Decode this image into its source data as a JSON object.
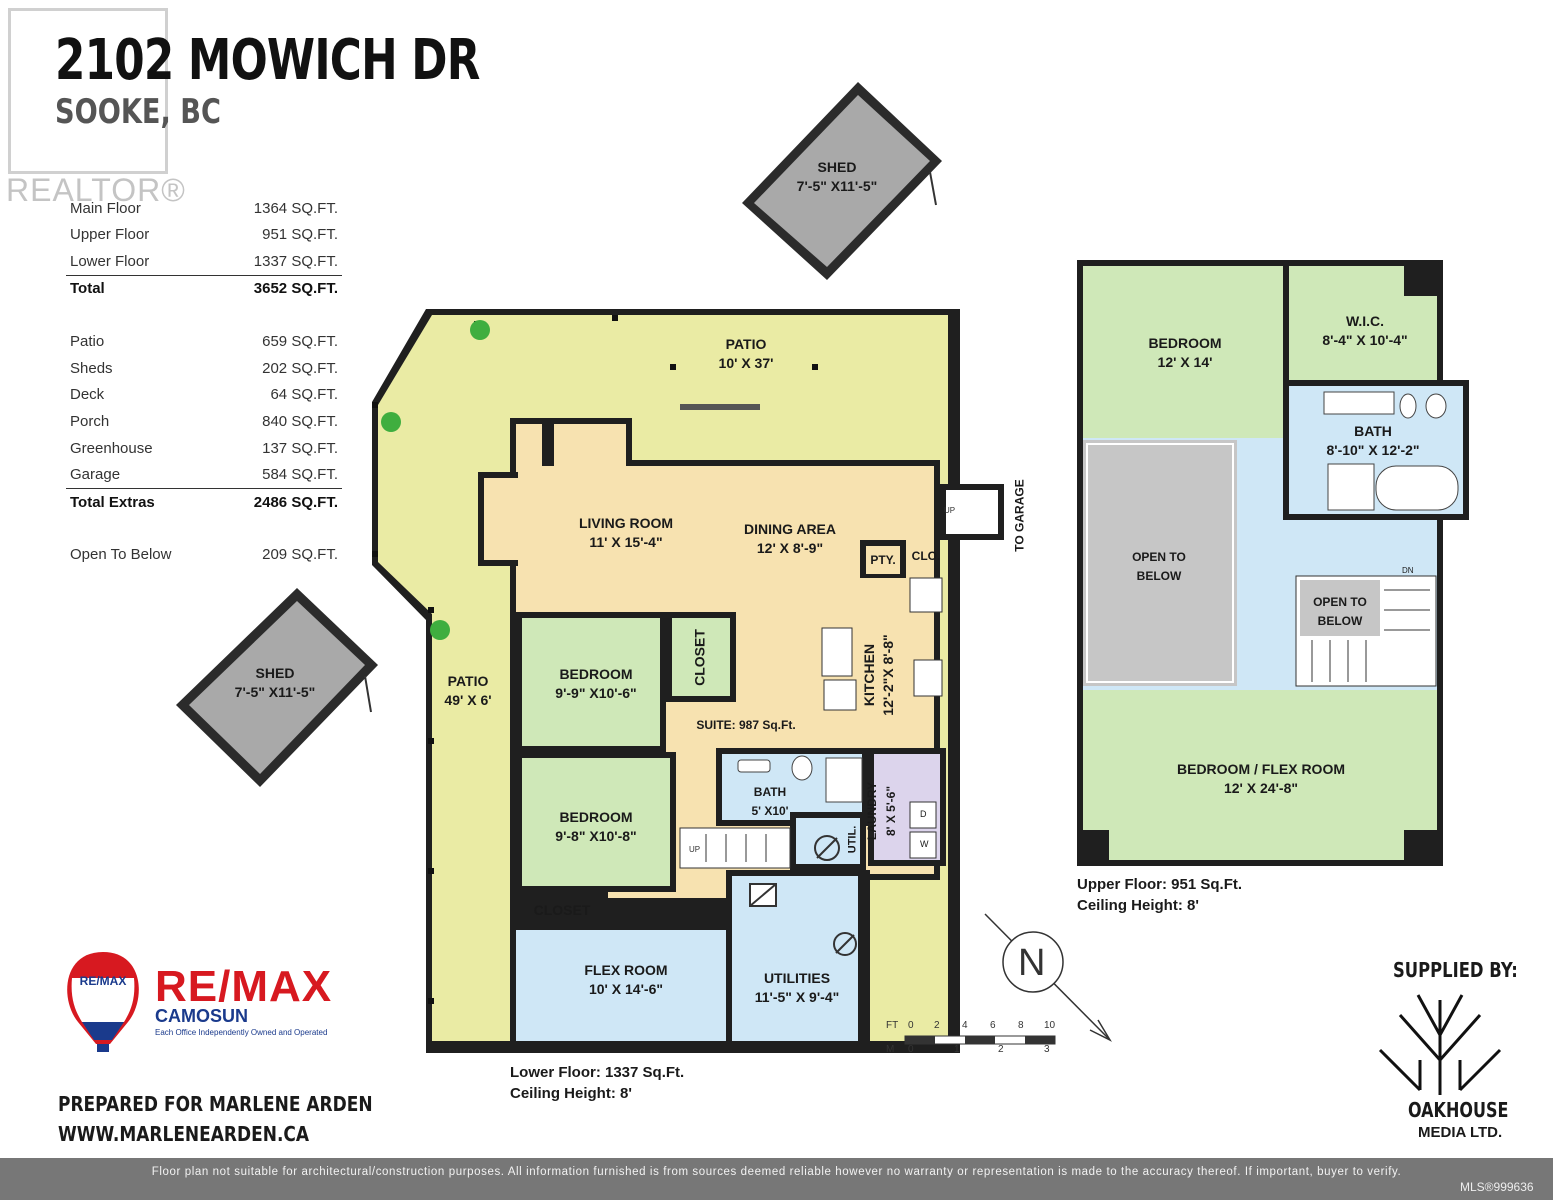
{
  "header": {
    "address": "2102 MOWICH DR",
    "city": "SOOKE, BC",
    "watermark": "REALTOR®"
  },
  "areas": {
    "main": [
      {
        "label": "Main Floor",
        "value": "1364 SQ.FT."
      },
      {
        "label": "Upper Floor",
        "value": "951 SQ.FT."
      },
      {
        "label": "Lower Floor",
        "value": "1337 SQ.FT."
      }
    ],
    "total": {
      "label": "Total",
      "value": "3652 SQ.FT."
    },
    "extras": [
      {
        "label": "Patio",
        "value": "659 SQ.FT."
      },
      {
        "label": "Sheds",
        "value": "202 SQ.FT."
      },
      {
        "label": "Deck",
        "value": "64 SQ.FT."
      },
      {
        "label": "Porch",
        "value": "840 SQ.FT."
      },
      {
        "label": "Greenhouse",
        "value": "137 SQ.FT."
      },
      {
        "label": "Garage",
        "value": "584 SQ.FT."
      }
    ],
    "total_extras": {
      "label": "Total Extras",
      "value": "2486 SQ.FT."
    },
    "open_below": {
      "label": "Open To Below",
      "value": "209 SQ.FT."
    }
  },
  "lower": {
    "shed_top_name": "SHED",
    "shed_top_dim": "7'-5\" X11'-5\"",
    "shed_left_name": "SHED",
    "shed_left_dim": "7'-5\" X11'-5\"",
    "patio_top_name": "PATIO",
    "patio_top_dim": "10' X 37'",
    "patio_left_name": "PATIO",
    "patio_left_dim": "49' X 6'",
    "living_name": "LIVING ROOM",
    "living_dim": "11' X 15'-4\"",
    "dining_name": "DINING AREA",
    "dining_dim": "12' X 8'-9\"",
    "pty": "PTY.",
    "clo": "CLO.",
    "up1": "UP",
    "up2": "UP",
    "to_garage": "TO GARAGE",
    "kitchen_name": "KITCHEN",
    "kitchen_dim": "12'-2\"X 8'-8\"",
    "bed1_name": "BEDROOM",
    "bed1_dim": "9'-9\" X10'-6\"",
    "closet1": "CLOSET",
    "suite": "SUITE: 987 Sq.Ft.",
    "bed2_name": "BEDROOM",
    "bed2_dim": "9'-8\" X10'-8\"",
    "bath_name": "BATH",
    "bath_dim": "5' X10'",
    "laundry_name": "LAUNDRY",
    "laundry_dim": "8' X 5'-6\"",
    "util": "UTIL.",
    "d": "D",
    "w": "W",
    "closet2": "CLOSET",
    "flex_name": "FLEX ROOM",
    "flex_dim": "10' X 14'-6\"",
    "utilities_name": "UTILITIES",
    "utilities_dim": "11'-5\" X 9'-4\"",
    "floor_label": "Lower Floor: 1337 Sq.Ft.",
    "ceiling": "Ceiling Height: 8'"
  },
  "upper": {
    "bed1_name": "BEDROOM",
    "bed1_dim": "12' X 14'",
    "wic_name": "W.I.C.",
    "wic_dim": "8'-4\" X 10'-4\"",
    "bath_name": "BATH",
    "bath_dim": "8'-10\" X 12'-2\"",
    "open_left": "OPEN TO BELOW",
    "open_right": "OPEN TO BELOW",
    "dn": "DN",
    "flex_name": "BEDROOM / FLEX ROOM",
    "flex_dim": "12' X 24'-8\"",
    "floor_label": "Upper Floor: 951 Sq.Ft.",
    "ceiling": "Ceiling Height: 8'"
  },
  "compass": {
    "letter": "N"
  },
  "scale": {
    "ft_label": "FT",
    "ft_ticks": [
      "0",
      "2",
      "4",
      "6",
      "8",
      "10"
    ],
    "m_label": "M",
    "m_ticks": [
      "0",
      "1",
      "2",
      "3"
    ]
  },
  "branding": {
    "remax_balloon": "RE/MAX",
    "remax": "RE/MAX",
    "remax_sub": "CAMOSUN",
    "remax_tag": "Each Office Independently Owned and Operated",
    "prepared": "PREPARED FOR MARLENE ARDEN",
    "website": "WWW.MARLENEARDEN.CA",
    "supplied": "SUPPLIED BY:",
    "oak1": "OAKHOUSE",
    "oak2": "MEDIA LTD."
  },
  "footer": {
    "disclaimer": "Floor plan not suitable for architectural/construction purposes. All information furnished is from sources deemed reliable however no warranty or representation is made to the accuracy thereof. If important, buyer to verify.",
    "mls": "MLS®999636"
  },
  "colors": {
    "patio": "#eaeba4",
    "living": "#f7e2b0",
    "bedroom": "#cfe8b8",
    "bath": "#cfe7f6",
    "laundry": "#dcd4ec",
    "shed": "#a9a9a9",
    "open": "#c6c6c6",
    "remax_red": "#d71920",
    "remax_blue": "#1a3a8c"
  }
}
